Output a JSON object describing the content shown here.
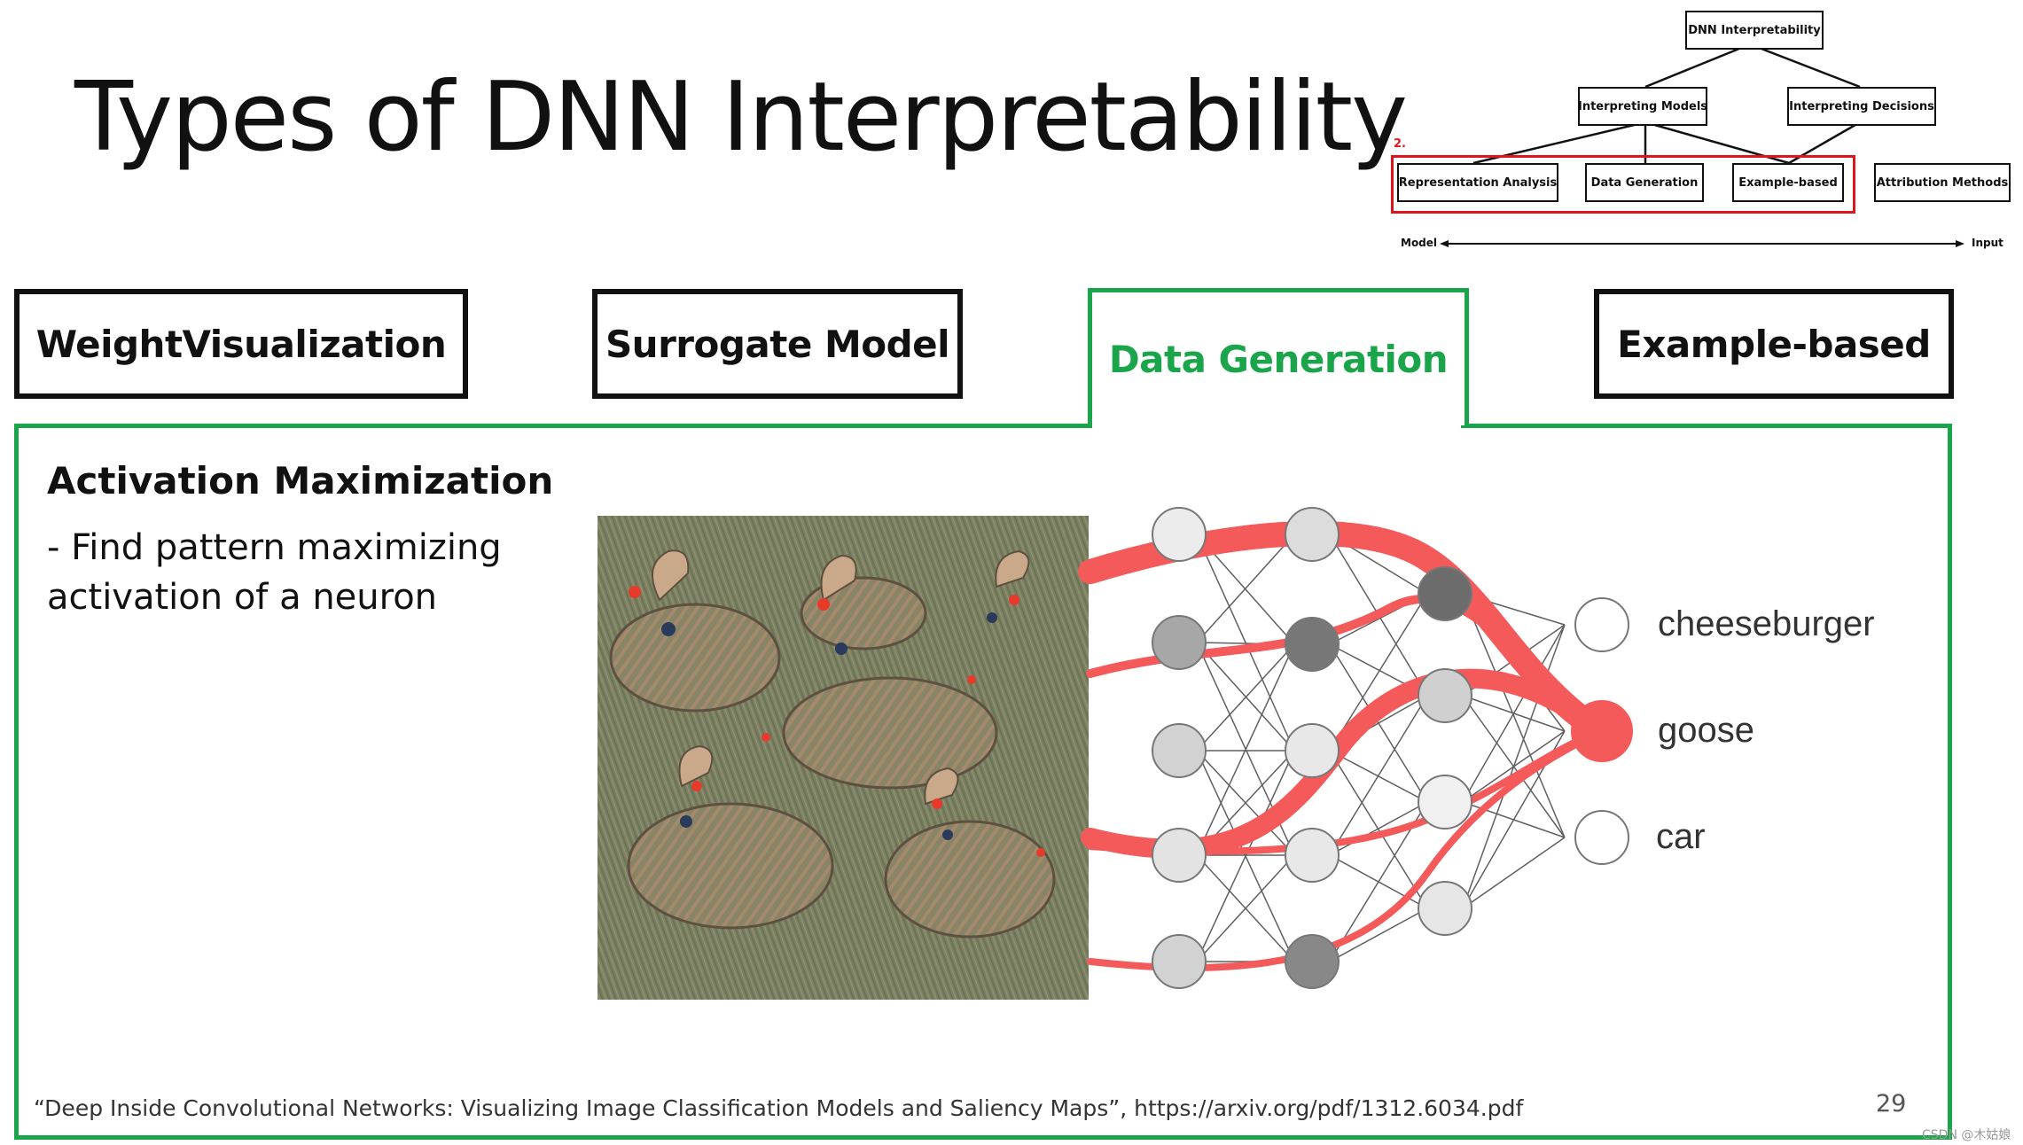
{
  "title": "Types of DNN Interpretability",
  "tree": {
    "root": "DNN Interpretability",
    "level2": [
      "Interpreting Models",
      "Interpreting Decisions"
    ],
    "level3": [
      "Representation Analysis",
      "Data Generation",
      "Example-based",
      "Attribution Methods"
    ],
    "highlight_marker": "2.",
    "axis_left": "Model",
    "axis_right": "Input",
    "highlight_color": "#e0151b"
  },
  "tabs": [
    {
      "label": "WeightVisualization",
      "active": false
    },
    {
      "label": "Surrogate Model",
      "active": false
    },
    {
      "label": "Data Generation",
      "active": true
    },
    {
      "label": "Example-based",
      "active": false
    }
  ],
  "accent_color": "#1aa54b",
  "panel": {
    "heading": "Activation Maximization",
    "description": "- Find pattern maximizing activation of a neuron",
    "image_subject": "generated goose pattern",
    "output_labels": [
      "cheeseburger",
      "goose",
      "car"
    ],
    "highlighted_output": "goose",
    "path_color": "#f55a5a"
  },
  "citation": "“Deep Inside Convolutional Networks: Visualizing Image Classification Models and Saliency Maps”, https://arxiv.org/pdf/1312.6034.pdf",
  "page_number": "29",
  "watermark": "CSDN @木姑娘"
}
